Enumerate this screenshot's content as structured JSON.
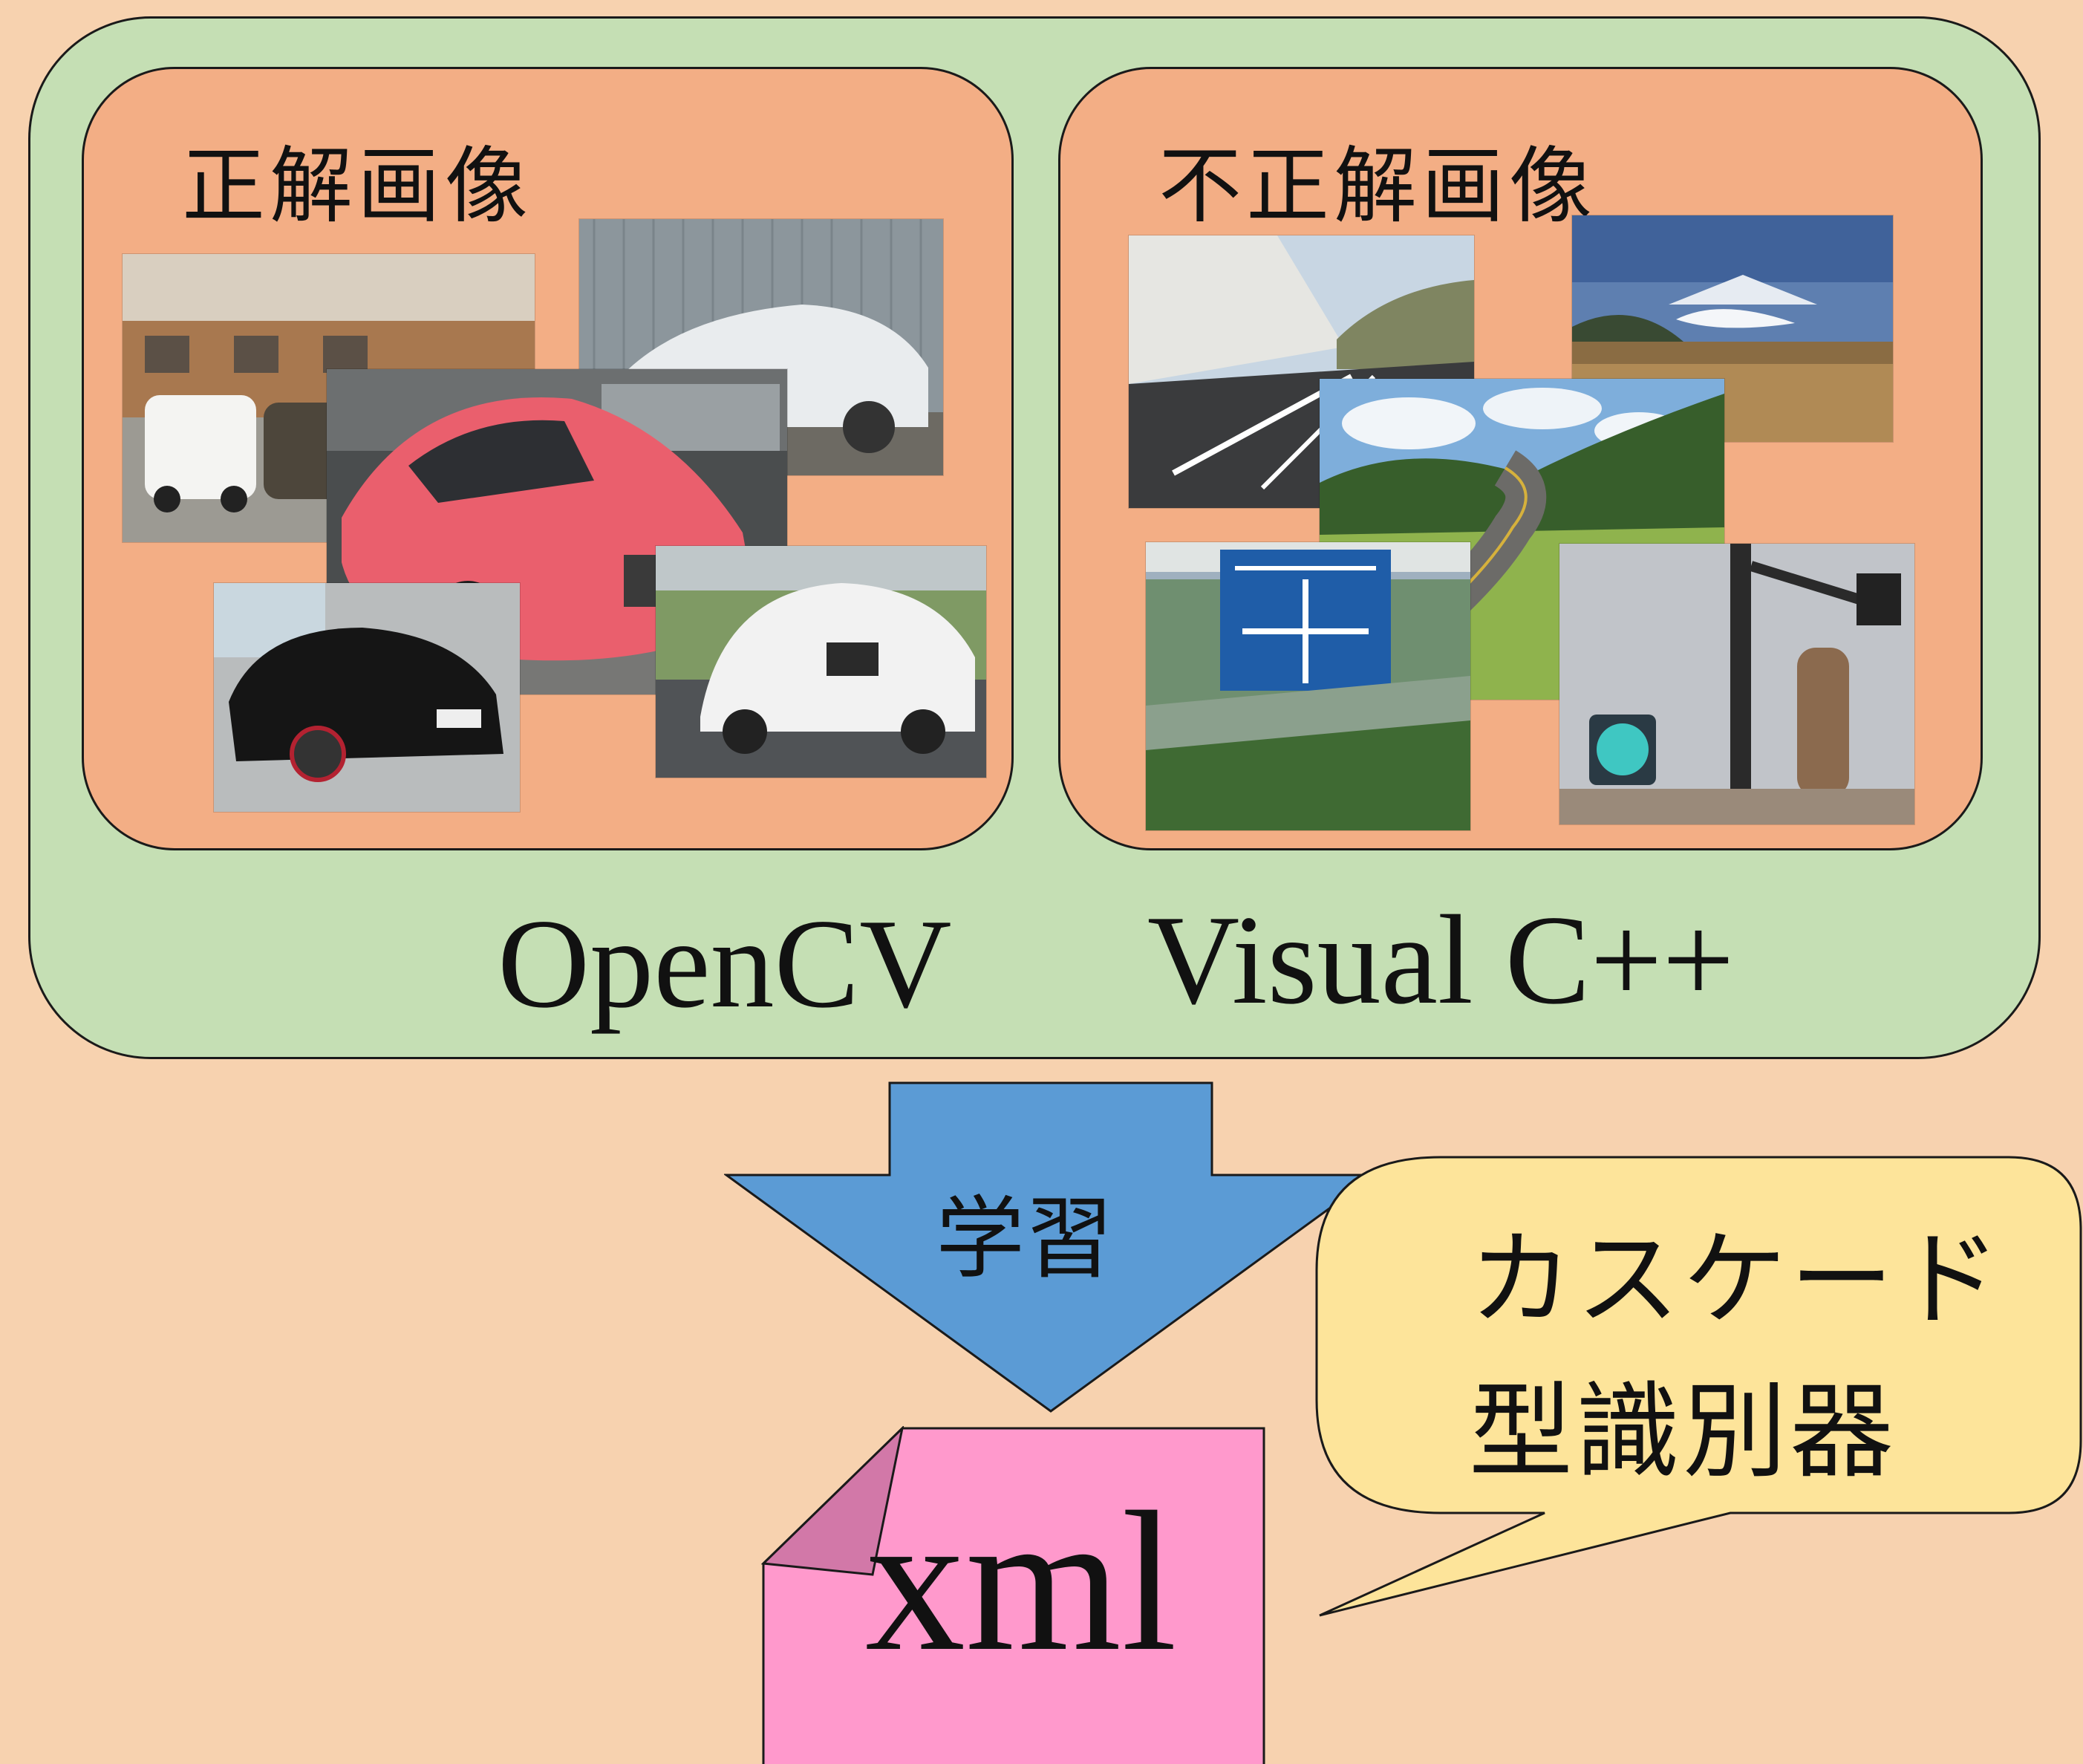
{
  "groups": {
    "positive_title": "正解画像",
    "negative_title": "不正解画像"
  },
  "tools": {
    "left": "OpenCV",
    "right": "Visual C++"
  },
  "arrow": {
    "label": "学習",
    "color": "#5b9bd5"
  },
  "output_file": {
    "label": "xml",
    "color": "#ff99cc"
  },
  "callout": {
    "line1": "カスケード",
    "line2": "型識別器",
    "color": "#fde49a"
  },
  "colors": {
    "background": "#f7d2af",
    "outer_group": "#c5dfb4",
    "panel": "#f3ae85"
  }
}
